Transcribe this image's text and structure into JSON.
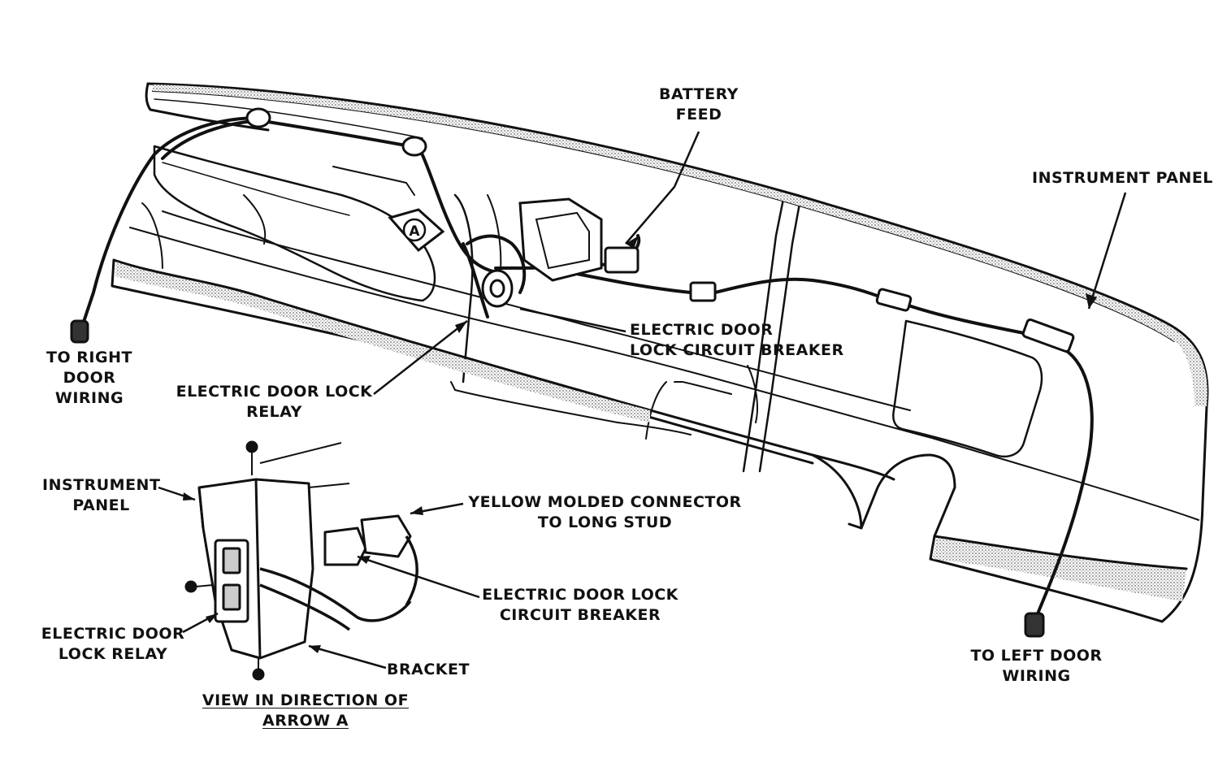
{
  "labels": {
    "battery_feed": [
      "BATTERY",
      "FEED"
    ],
    "instrument_panel": [
      "INSTRUMENT PANEL"
    ],
    "to_right_door": [
      "TO RIGHT",
      "DOOR",
      "WIRING"
    ],
    "breaker_main": [
      "ELECTRIC DOOR",
      "LOCK CIRCUIT BREAKER"
    ],
    "relay_main": [
      "ELECTRIC DOOR LOCK",
      "RELAY"
    ],
    "instrument_panel_inset": [
      "INSTRUMENT",
      "PANEL"
    ],
    "yellow_connector": [
      "YELLOW MOLDED CONNECTOR",
      "TO LONG STUD"
    ],
    "breaker_inset": [
      "ELECTRIC DOOR LOCK",
      "CIRCUIT BREAKER"
    ],
    "relay_inset": [
      "ELECTRIC DOOR",
      "LOCK RELAY"
    ],
    "bracket": [
      "BRACKET"
    ],
    "view_caption": [
      "VIEW IN DIRECTION OF",
      "ARROW A"
    ],
    "to_left_door": [
      "TO LEFT DOOR",
      "WIRING"
    ],
    "arrow_marker": "A"
  },
  "colors": {
    "ink": "#111111",
    "shade": "#9a9a9a"
  }
}
